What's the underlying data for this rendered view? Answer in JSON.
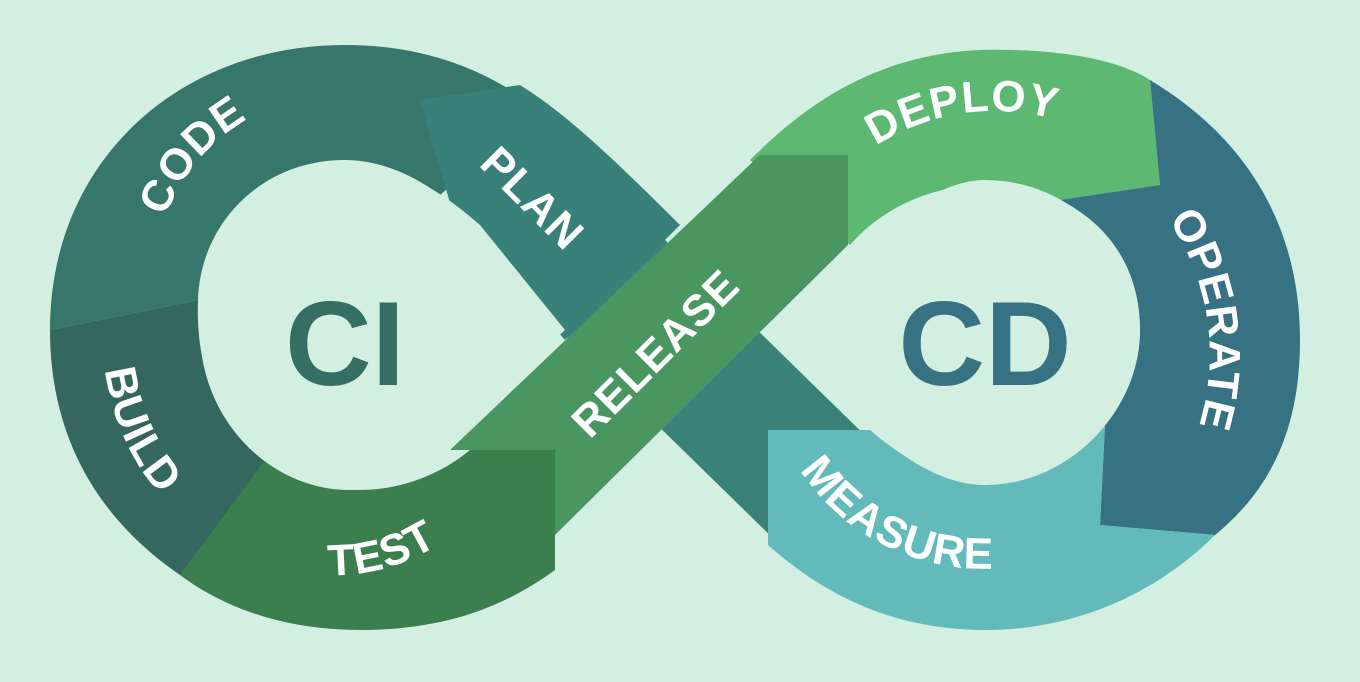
{
  "diagram": {
    "title": "CI/CD infinity loop",
    "background_color": "#d2efe2",
    "centers": {
      "ci": {
        "label": "CI",
        "color": "#356e63"
      },
      "cd": {
        "label": "CD",
        "color": "#367282"
      }
    },
    "stages": [
      {
        "id": "code",
        "label": "CODE",
        "loop": "CI",
        "color": "#37766b"
      },
      {
        "id": "build",
        "label": "BUILD",
        "loop": "CI",
        "color": "#34685f"
      },
      {
        "id": "test",
        "label": "TEST",
        "loop": "CI",
        "color": "#3b7f4e"
      },
      {
        "id": "plan",
        "label": "PLAN",
        "loop": "CI",
        "color": "#398178"
      },
      {
        "id": "release",
        "label": "RELEASE",
        "loop": "crossover",
        "color": "#4a9661"
      },
      {
        "id": "deploy",
        "label": "DEPLOY",
        "loop": "CD",
        "color": "#5db872"
      },
      {
        "id": "operate",
        "label": "OPERATE",
        "loop": "CD",
        "color": "#367282"
      },
      {
        "id": "measure",
        "label": "MEASURE",
        "loop": "CD",
        "color": "#63baba"
      }
    ],
    "crossover_under_color": "#3a8178"
  }
}
